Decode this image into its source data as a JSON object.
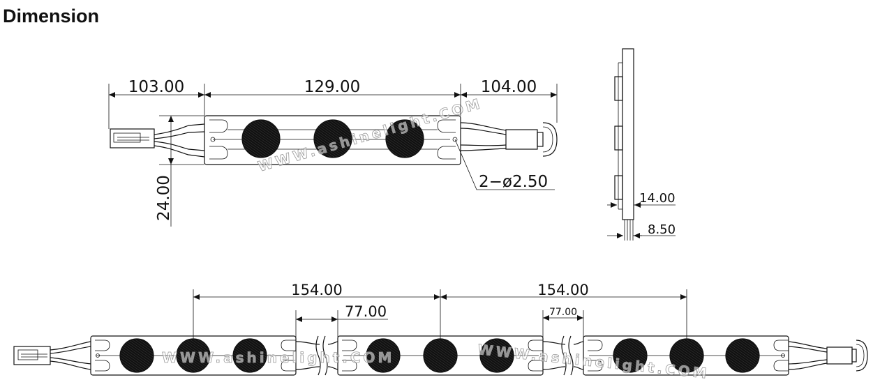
{
  "heading": "Dimension",
  "top_view": {
    "dim_left": "103.00",
    "dim_center": "129.00",
    "dim_right": "104.00",
    "dim_height": "24.00",
    "hole_callout": "2−ø2.50",
    "watermark": "WWW.ashinelight.COM"
  },
  "side_view": {
    "dim_total": "14.00",
    "dim_body": "8.50"
  },
  "chain_view": {
    "dim_pitch_1": "154.00",
    "dim_pitch_2": "154.00",
    "dim_gap_1": "77.00",
    "dim_gap_2": "77.00",
    "watermark_1": "WWW.ashinelight.COM",
    "watermark_2": "WWW.ashinelight.COM"
  }
}
